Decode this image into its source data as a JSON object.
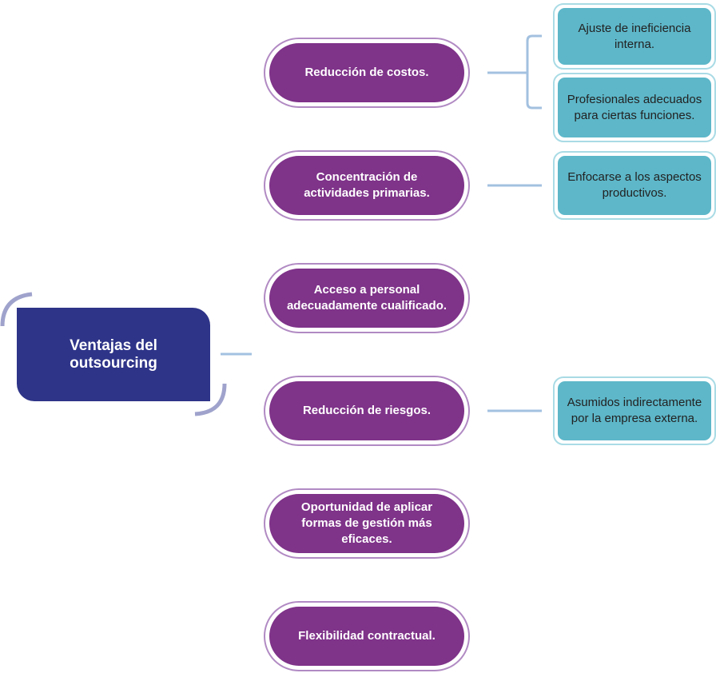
{
  "root": {
    "label": "Ventajas del outsourcing"
  },
  "colors": {
    "root": "#2e3488",
    "node": "#7f3389",
    "node_border": "#b18ac3",
    "leaf": "#5db7c9",
    "leaf_border": "#a9dbe5",
    "connector": "#a3c1e0",
    "arc": "#9fa3cc"
  },
  "advantages": [
    {
      "label": "Reducción de costos.",
      "details": [
        "Ajuste de ineficiencia interna.",
        "Profesionales adecuados para ciertas funciones."
      ]
    },
    {
      "label": "Concentración de actividades primarias.",
      "details": [
        "Enfocarse a los aspectos productivos."
      ]
    },
    {
      "label": "Acceso a personal adecuadamente cualificado.",
      "details": []
    },
    {
      "label": "Reducción de riesgos.",
      "details": [
        "Asumidos indirectamente por la empresa externa."
      ]
    },
    {
      "label": "Oportunidad de aplicar formas de gestión más eficaces.",
      "details": []
    },
    {
      "label": "Flexibilidad contractual.",
      "details": []
    }
  ]
}
